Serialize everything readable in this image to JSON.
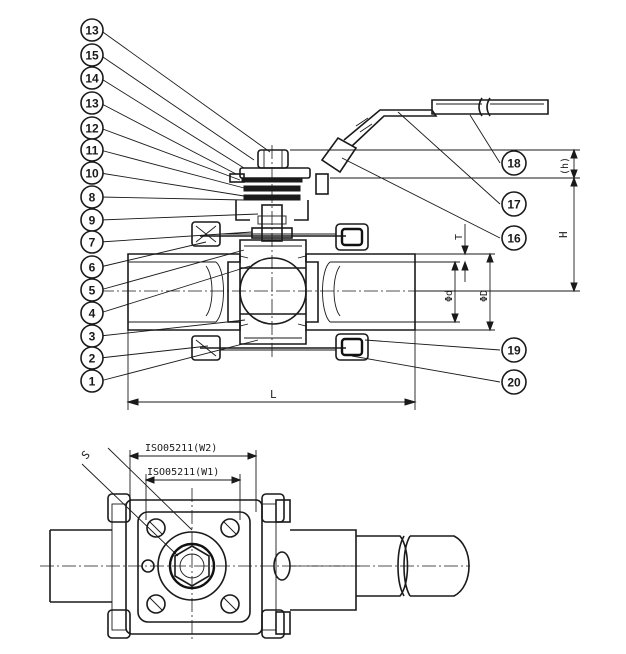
{
  "balloons_left": [
    "13",
    "15",
    "14",
    "13",
    "12",
    "11",
    "10",
    "8",
    "9",
    "7",
    "6",
    "5",
    "4",
    "3",
    "2",
    "1"
  ],
  "balloons_right": [
    "18",
    "17",
    "16",
    "19",
    "20"
  ],
  "dimensions": {
    "length": "L",
    "height": "H",
    "head": "(h)",
    "thread": "T",
    "bore_small": "Φd",
    "bore_large": "ΦD",
    "wrench": "S"
  },
  "iso_labels": {
    "w2": "ISO05211(W2)",
    "w1": "ISO05211(W1)"
  }
}
